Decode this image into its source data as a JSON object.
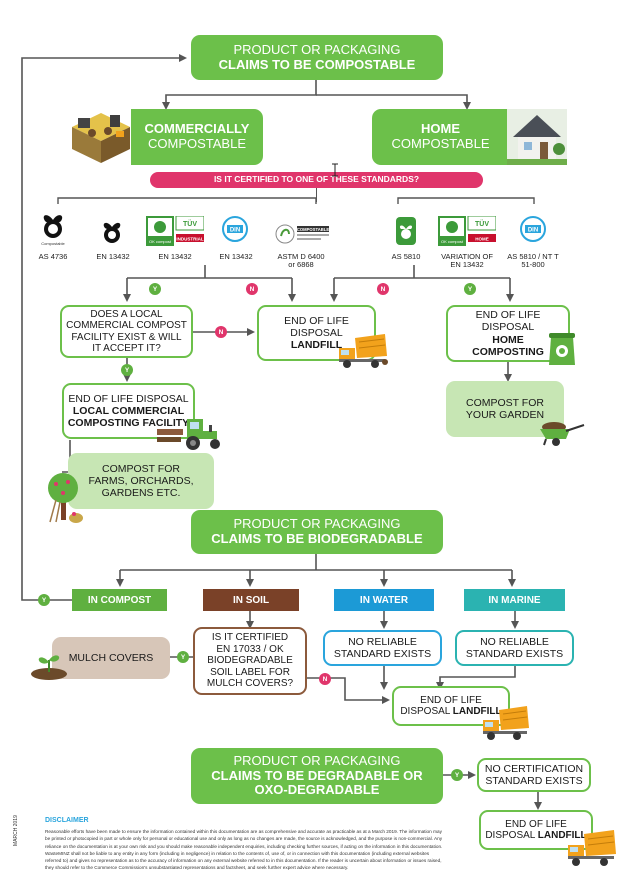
{
  "compostable_header": {
    "line1": "PRODUCT OR PACKAGING",
    "line2": "CLAIMS TO BE COMPOSTABLE"
  },
  "commercial": {
    "line1": "COMMERCIALLY",
    "line2": "COMPOSTABLE"
  },
  "home": {
    "line1": "HOME",
    "line2": "COMPOSTABLE"
  },
  "question_bar": "IS IT CERTIFIED TO ONE OF THESE STANDARDS?",
  "standards": [
    {
      "label": "AS 4736"
    },
    {
      "label": "EN 13432"
    },
    {
      "label": "EN 13432"
    },
    {
      "label": "EN 13432"
    },
    {
      "label": "ASTM D 6400 or 6868"
    },
    {
      "label": "AS 5810"
    },
    {
      "label": "VARIATION OF EN 13432"
    },
    {
      "label": "AS 5810 / NT T 51-800"
    }
  ],
  "logo_text": {
    "tuv": "TÜV AUSTRIA",
    "ok_compost": "OK compost",
    "industrial": "INDUSTRIAL",
    "home": "HOME",
    "din": "DIN",
    "compostable": "COMPOSTABLE"
  },
  "yes": "Y",
  "no": "N",
  "local_question": {
    "lines": [
      "DOES A LOCAL",
      "COMMERCIAL COMPOST",
      "FACILITY EXIST & WILL",
      "IT ACCEPT IT?"
    ]
  },
  "eol_landfill_1": {
    "line1": "END OF LIFE",
    "line2": "DISPOSAL",
    "line3": "LANDFILL"
  },
  "eol_home": {
    "line1": "END OF LIFE",
    "line2": "DISPOSAL",
    "line3": "HOME",
    "line4": "COMPOSTING"
  },
  "eol_commercial": {
    "line1": "END OF LIFE DISPOSAL",
    "line2": "LOCAL COMMERCIAL",
    "line3": "COMPOSTING FACILITY"
  },
  "compost_garden": {
    "line1": "COMPOST FOR",
    "line2": "YOUR GARDEN"
  },
  "compost_farms": {
    "line1": "COMPOST FOR",
    "line2": "FARMS, ORCHARDS,",
    "line3": "GARDENS ETC."
  },
  "biodegradable_header": {
    "line1": "PRODUCT OR PACKAGING",
    "line2": "CLAIMS TO BE BIODEGRADABLE"
  },
  "categories": {
    "compost": {
      "label": "IN COMPOST",
      "color": "#5fb040"
    },
    "soil": {
      "label": "IN SOIL",
      "color": "#7a4128"
    },
    "water": {
      "label": "IN WATER",
      "color": "#1c9ad6"
    },
    "marine": {
      "label": "IN MARINE",
      "color": "#2bb3b1"
    }
  },
  "mulch_covers": "MULCH COVERS",
  "soil_question": {
    "lines": [
      "IS IT CERTIFIED",
      "EN 17033 / OK",
      "BIODEGRADABLE",
      "SOIL LABEL FOR",
      "MULCH COVERS?"
    ]
  },
  "no_reliable_water": {
    "line1": "NO RELIABLE",
    "line2": "STANDARD EXISTS"
  },
  "no_reliable_marine": {
    "line1": "NO RELIABLE",
    "line2": "STANDARD EXISTS"
  },
  "eol_landfill_2": {
    "line1": "END OF LIFE",
    "line2": "DISPOSAL",
    "line3": "LANDFILL"
  },
  "degradable_header": {
    "line1": "PRODUCT OR PACKAGING",
    "line2": "CLAIMS TO BE DEGRADABLE OR",
    "line3": "OXO-DEGRADABLE"
  },
  "no_certification": {
    "line1": "NO CERTIFICATION",
    "line2": "STANDARD EXISTS"
  },
  "eol_landfill_3": {
    "line1": "END OF LIFE",
    "line2": "DISPOSAL",
    "line3": "LANDFILL"
  },
  "disclaimer": {
    "title": "DISCLAIMER",
    "body": "Reasonable efforts have been made to ensure the information contained within this documentation are as comprehensive and accurate as practicable as at a March 2019. The information may be printed or photocopied in part or whole only for personal or educational use and only as long as no changes are made, the source is acknowledged, and the purpose is non-commercial. Any reliance on the documentation is at your own risk and you should make reasonable independent enquiries, including checking further sources, if acting on the information in this documentation. WasteMINZ shall not be liable to any entity in any form (including in negligence) in relation to the contents of, use of, or in connection with this documentation (including external websites referred to) and gives no representation as to the accuracy of information on any external website referred to in this documentation. If the reader is uncertain about information or issues raised, they should refer to the Commerce Commission's unsubstantiated representations and factsheet, and seek further expert advice where necessary."
  },
  "date_stamp": "MARCH 2019",
  "colors": {
    "green": "#6cc04a",
    "pink": "#e0356b",
    "brown": "#7a4128",
    "blue": "#1c9ad6",
    "teal": "#2bb3b1"
  }
}
